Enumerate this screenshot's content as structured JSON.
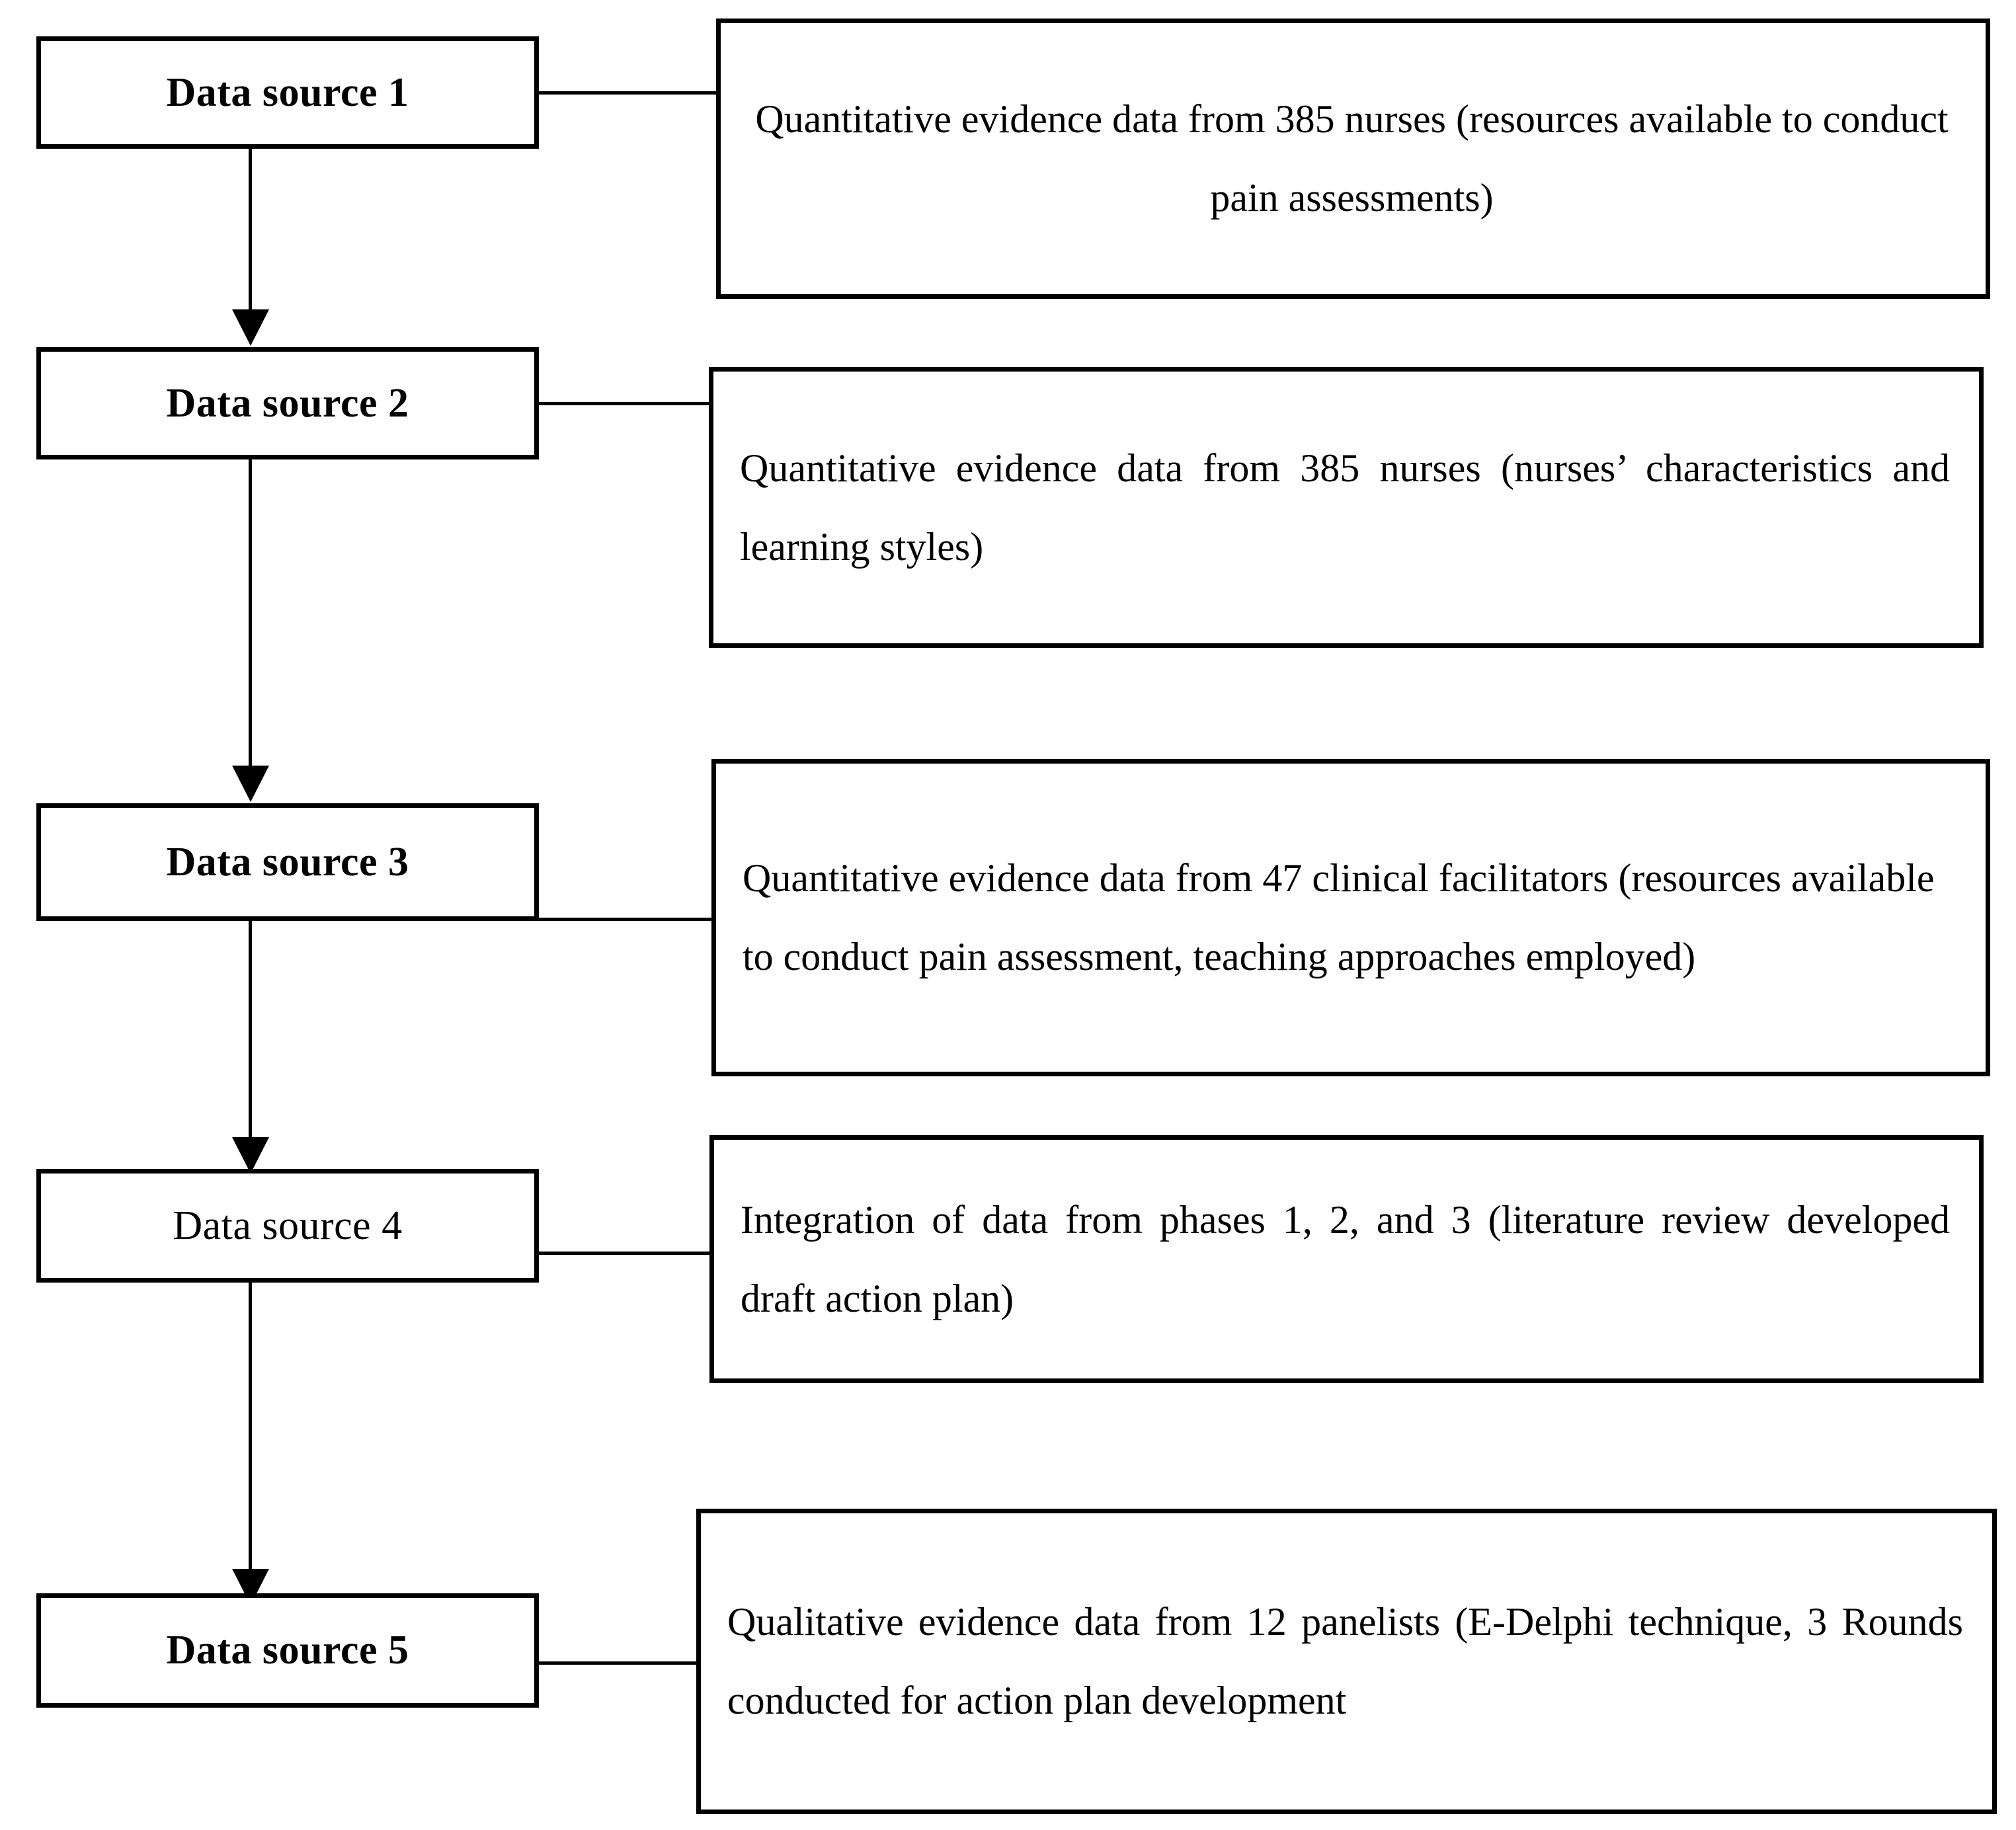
{
  "figure": {
    "type": "flowchart",
    "orientation": "vertical-chain-with-side-annotations",
    "line_color": "#000000",
    "box_fill": "#ffffff",
    "border_color": "#000000"
  },
  "nodes": [
    {
      "label": "Data source 1",
      "bold": true
    },
    {
      "label": "Data source 2",
      "bold": true
    },
    {
      "label": "Data source 3",
      "bold": true
    },
    {
      "label": "Data source 4",
      "bold": false
    },
    {
      "label": "Data source 5",
      "bold": true
    }
  ],
  "descriptions": [
    {
      "text": "Quantitative evidence data from 385 nurses (resources available to conduct pain assessments)"
    },
    {
      "text": "Quantitative evidence data from 385 nurses (nurses’ characteristics and learning styles)"
    },
    {
      "text": "Quantitative evidence data from 47 clinical facilitators (resources available to conduct pain assessment, teaching approaches employed)"
    },
    {
      "text": "Integration of data from phases 1, 2, and 3 (literature review developed draft action plan)"
    },
    {
      "text": "Qualitative evidence data from 12 panelists (E-Delphi technique, 3 Rounds conducted for action plan development"
    }
  ],
  "flow": {
    "steps": [
      "Data source 1",
      "Data source 2",
      "Data source 3",
      "Data source 4",
      "Data source 5"
    ],
    "arrow_direction": "down"
  }
}
